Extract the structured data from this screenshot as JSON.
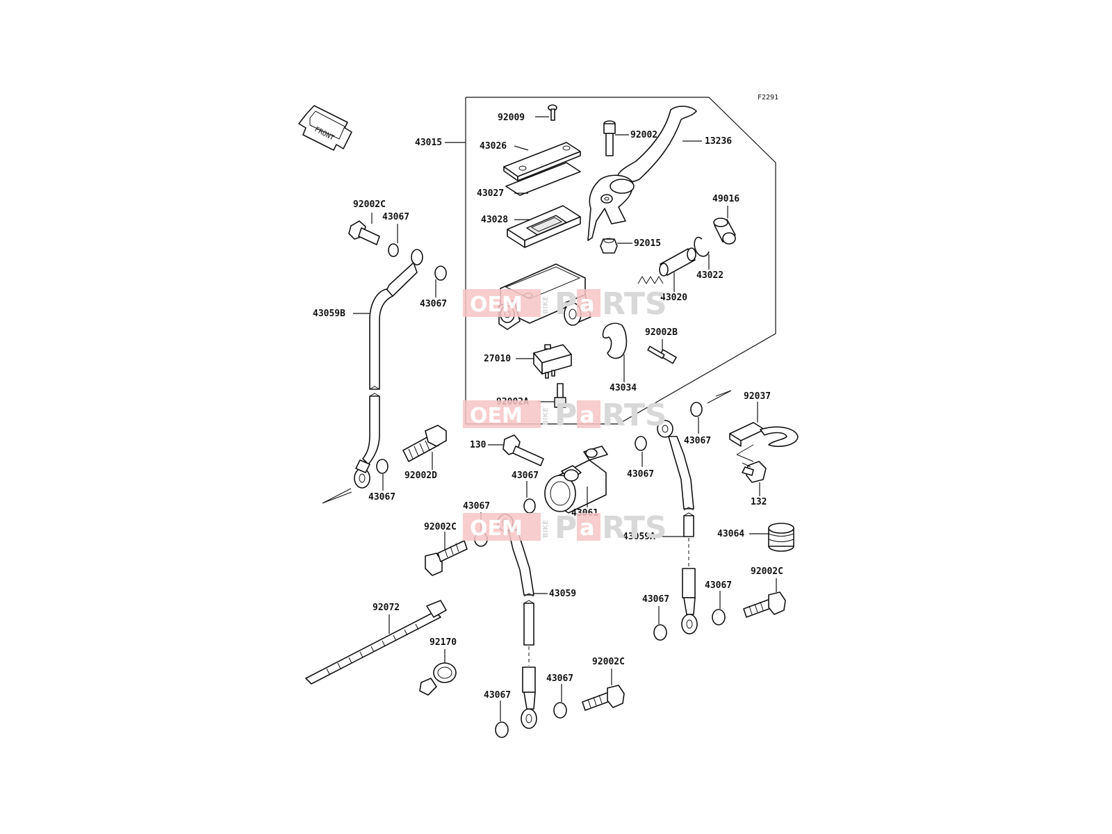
{
  "diagram": {
    "figure_code": "F2291",
    "direction_label": "FRONT",
    "watermark": {
      "oem": "OEM",
      "bike": "BIKE",
      "parts_p": "P",
      "parts_a": "a",
      "parts_rts": "RTS"
    },
    "labels": {
      "p92009": "92009",
      "p92002_top": "92002",
      "p13236": "13236",
      "p43015": "43015",
      "p43026": "43026",
      "p43027": "43027",
      "p43028": "43028",
      "p49016": "49016",
      "p92015": "92015",
      "p43022": "43022",
      "p43020": "43020",
      "p92002B": "92002B",
      "p27010": "27010",
      "p43034": "43034",
      "p92002A": "92002A",
      "p92002C_top": "92002C",
      "p43067_a": "43067",
      "p43067_b": "43067",
      "p43059B": "43059B",
      "p92002D": "92002D",
      "p43067_c": "43067",
      "p130": "130",
      "p43067_d": "43067",
      "p43061": "43061",
      "p43067_e": "43067",
      "p92002C_mid": "92002C",
      "p43059": "43059",
      "p92037": "92037",
      "p43067_f": "43067",
      "p43067_g": "43067",
      "p132": "132",
      "p43059A": "43059A",
      "p43064": "43064",
      "p92002C_right": "92002C",
      "p43067_h": "43067",
      "p43067_i": "43067",
      "p92072": "92072",
      "p92170": "92170",
      "p92002C_bottom": "92002C",
      "p43067_j": "43067",
      "p43067_k": "43067"
    }
  }
}
